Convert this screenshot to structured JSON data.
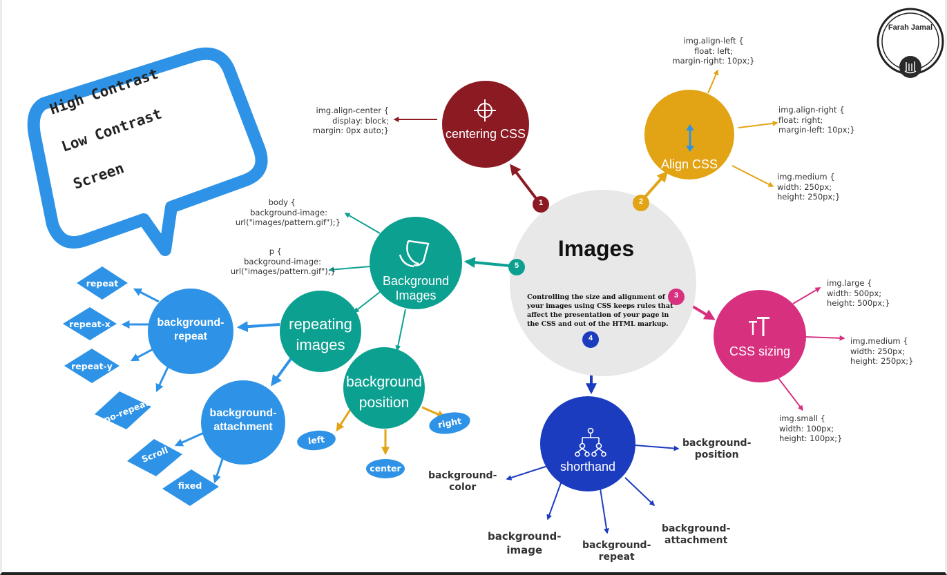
{
  "author": "Farah Jamal",
  "colors": {
    "maroon": "#8b1a22",
    "gold": "#e2a415",
    "magenta": "#d6307f",
    "navy": "#1b3cbf",
    "teal": "#0ca091",
    "blue": "#2e93e6",
    "grey": "#e8e8e8"
  },
  "speech_bubble": {
    "lines": [
      "High Contrast",
      "Low Contrast",
      "Screen"
    ]
  },
  "center": {
    "title": "Images",
    "description_lines": [
      "Controlling the size and alignment of",
      "your images using CSS keeps rules that",
      "affect the presentation of your page in",
      "the CSS and out of the HTML markup."
    ]
  },
  "markers": [
    "1",
    "2",
    "3",
    "4",
    "5"
  ],
  "centering": {
    "title": "centering CSS",
    "icon": "crosshair-icon",
    "code": [
      "img.align-center {",
      "display: block;",
      "margin: 0px auto;}"
    ]
  },
  "align": {
    "title": "Align CSS",
    "icon": "vertical-arrows-icon",
    "left": [
      "img.align-left {",
      "float: left;",
      "margin-right: 10px;}"
    ],
    "right": [
      "img.align-right {",
      "float: right;",
      "margin-left: 10px;}"
    ],
    "medium": [
      "img.medium {",
      "width: 250px;",
      "height: 250px;}"
    ]
  },
  "sizing": {
    "title": "CSS sizing",
    "icon": "text-size-icon",
    "large": [
      "img.large {",
      "width: 500px;",
      "height: 500px;}"
    ],
    "medium": [
      "img.medium {",
      "width: 250px;",
      "height: 250px;}"
    ],
    "small": [
      "img.small {",
      "width: 100px;",
      "height: 100px;}"
    ]
  },
  "shorthand": {
    "title": "shorthand",
    "icon": "hierarchy-icon",
    "items": [
      [
        "background-",
        "position"
      ],
      [
        "background-",
        "color"
      ],
      [
        "background-",
        "image"
      ],
      [
        "background-",
        "repeat"
      ],
      [
        "background-",
        "attachment"
      ]
    ]
  },
  "background_images": {
    "title": [
      "Background",
      "Images"
    ],
    "icon": "page-curl-icon",
    "body_code": [
      "body {",
      "background-image:",
      "url(\"images/pattern.gif\");}"
    ],
    "p_code": [
      "p {",
      "background-image:",
      "url(\"images/pattern.gif\");}"
    ]
  },
  "repeating": {
    "title": [
      "repeating",
      "images"
    ]
  },
  "position": {
    "title": [
      "background",
      "position"
    ],
    "options": [
      "left",
      "center",
      "right"
    ]
  },
  "bg_repeat": {
    "title": [
      "background-",
      "repeat"
    ],
    "options": [
      "repeat",
      "repeat-x",
      "repeat-y",
      "no-repeat"
    ]
  },
  "bg_attachment": {
    "title": [
      "background-",
      "attachment"
    ],
    "options": [
      "Scroll",
      "fixed"
    ]
  }
}
